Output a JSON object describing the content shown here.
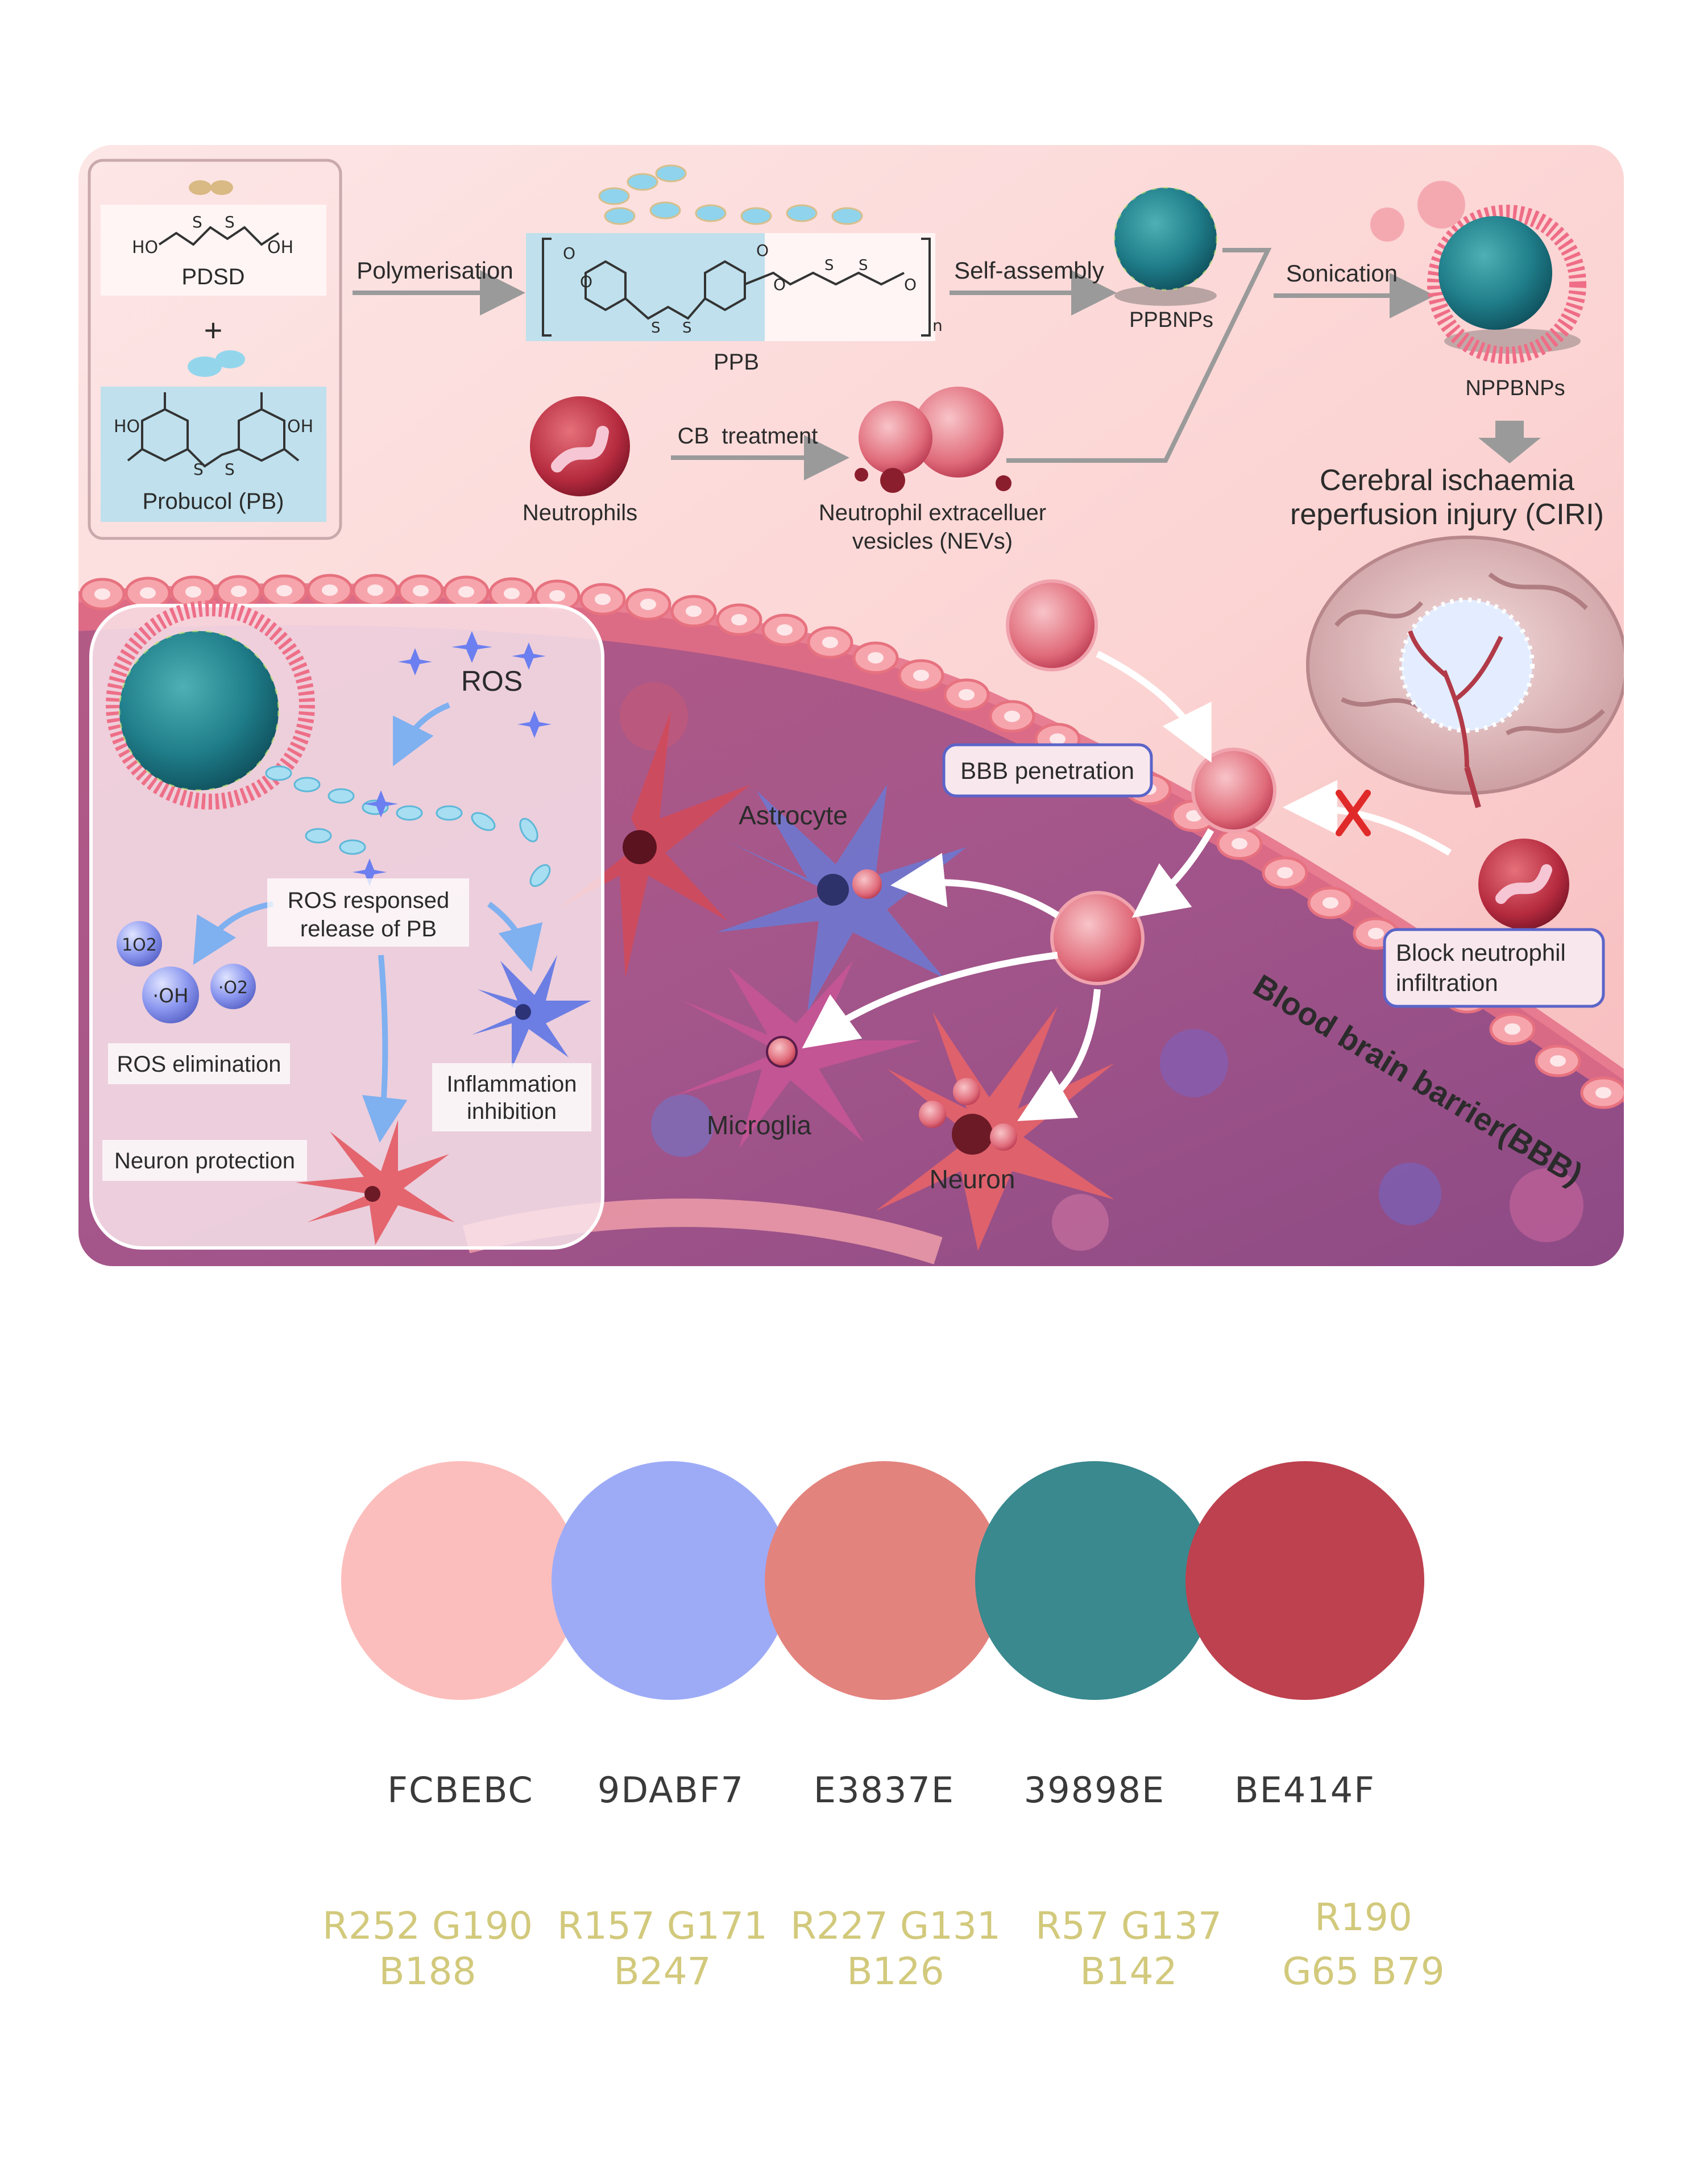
{
  "synthesis": {
    "pdsd": {
      "name": "PDSD",
      "ho": "HO",
      "oh": "OH"
    },
    "plus": "+",
    "pb": {
      "name": "Probucol (PB)",
      "ho": "HO",
      "oh": "OH"
    },
    "polymerisation": "Polymerisation",
    "ppb": "PPB",
    "n": "n",
    "o": "O",
    "s": "S",
    "self_assembly": "Self-assembly",
    "ppbnps": "PPBNPs",
    "sonication": "Sonication",
    "nppbnps": "NPPBNPs",
    "neutrophils": "Neutrophils",
    "cb_treatment": "CB  treatment",
    "nevs_line1": "Neutrophil extracelluer",
    "nevs_line2": "vesicles (NEVs)",
    "ciri_line1": "Cerebral ischaemia",
    "ciri_line2": "reperfusion injury (CIRI)"
  },
  "mechanism": {
    "ros": "ROS",
    "ros_release_line1": "ROS responsed",
    "ros_release_line2": "release of PB",
    "o2_singlet": "1O2",
    "oh_radical": "·OH",
    "o2_superoxide": "·O2",
    "ros_elimination": "ROS elimination",
    "inflammation_line1": "Inflammation",
    "inflammation_line2": "inhibition",
    "neuron_protection": "Neuron protection",
    "bbb_penetration": "BBB penetration",
    "block_line1": "Block neutrophil",
    "block_line2": "infiltration",
    "astrocyte": "Astrocyte",
    "microglia": "Microglia",
    "neuron": "Neuron",
    "bbb": "Blood brain barrier(BBB)"
  },
  "palette": [
    {
      "hex": "FCBEBC",
      "rgb_line1": "R252 G190",
      "rgb_line2": "B188",
      "color": "#FCBEBC"
    },
    {
      "hex": "9DABF7",
      "rgb_line1": "R157 G171",
      "rgb_line2": "B247",
      "color": "#9DABF7"
    },
    {
      "hex": "E3837E",
      "rgb_line1": "R227 G131",
      "rgb_line2": "B126",
      "color": "#E3837E"
    },
    {
      "hex": "39898E",
      "rgb_line1": "R57 G137",
      "rgb_line2": "B142",
      "color": "#39898E"
    },
    {
      "hex": "BE414F",
      "rgb_line1": "R190",
      "rgb_line2": "G65 B79",
      "color": "#BE414F"
    }
  ]
}
